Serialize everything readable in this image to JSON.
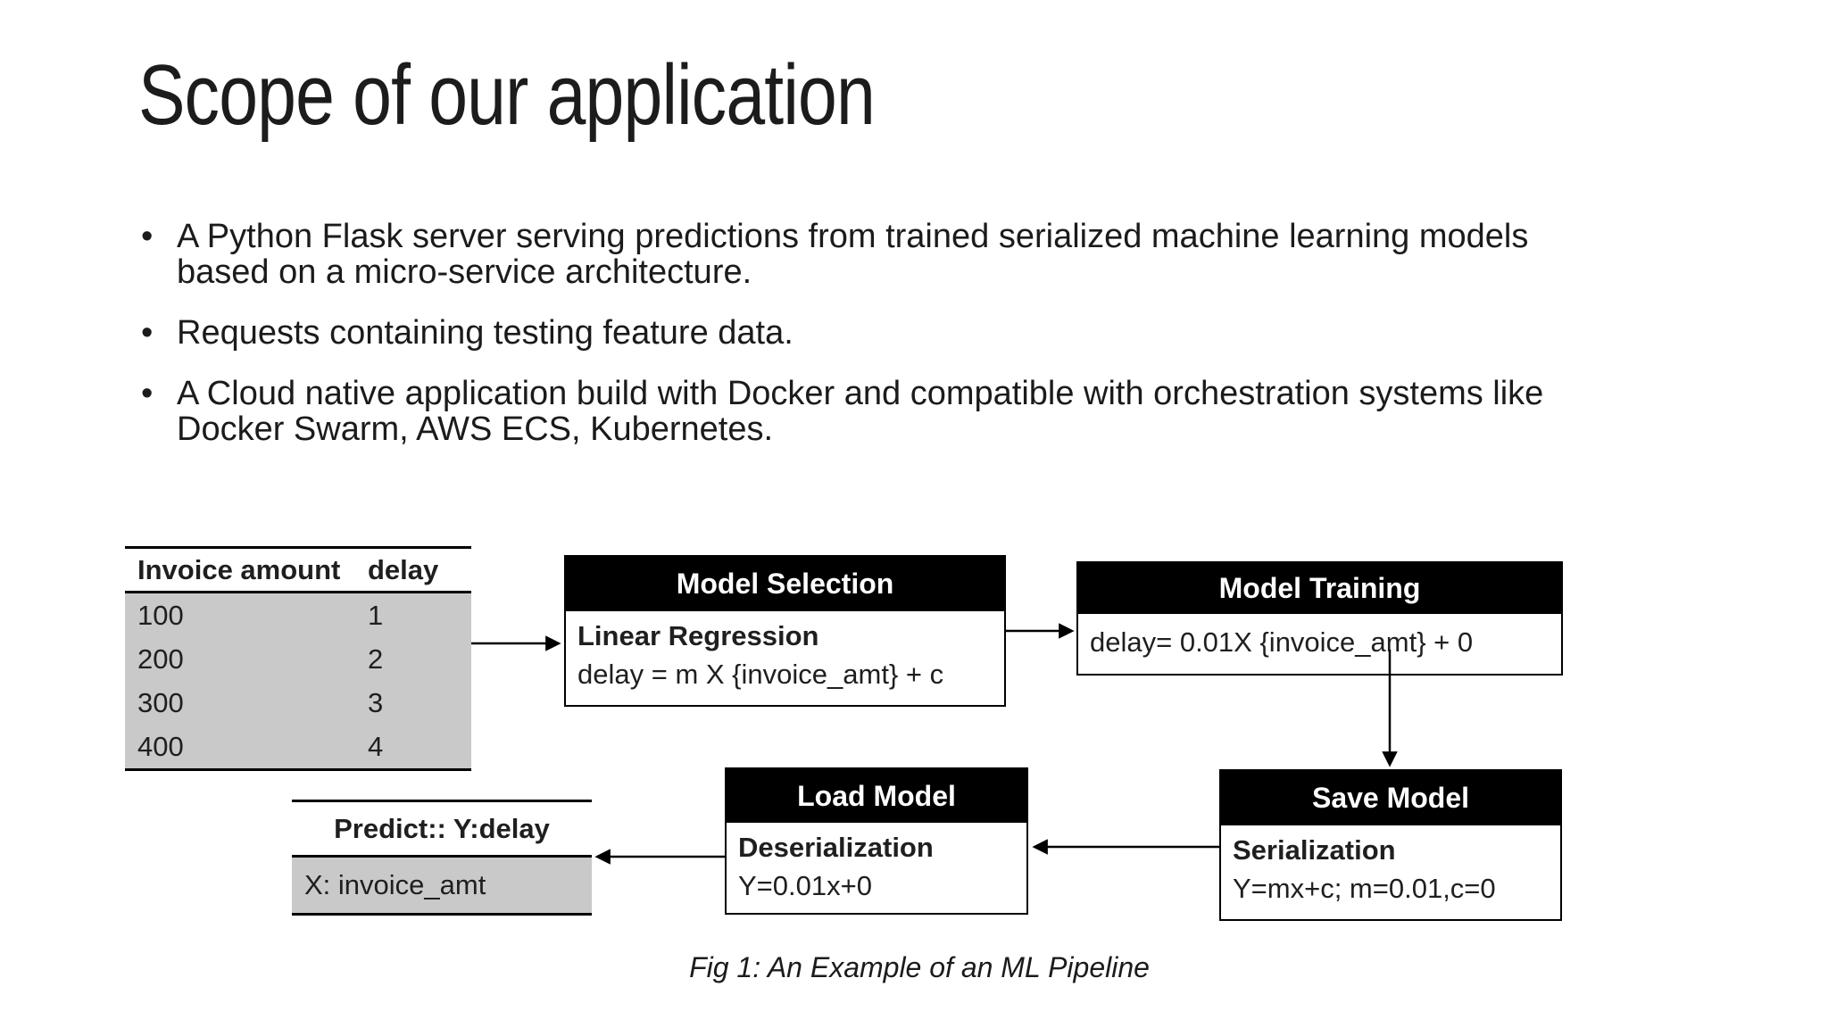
{
  "slide": {
    "title": "Scope of our application",
    "bullet_char": "•",
    "bullets": [
      "A Python Flask server serving predictions from trained serialized machine learning models based on a micro-service architecture.",
      "Requests containing testing feature data.",
      "A Cloud native application build with Docker and compatible with orchestration systems like Docker Swarm, AWS ECS, Kubernetes."
    ],
    "caption": "Fig 1: An Example of an ML Pipeline"
  },
  "data_table": {
    "headers": [
      "Invoice amount",
      "delay"
    ],
    "rows": [
      [
        "100",
        "1"
      ],
      [
        "200",
        "2"
      ],
      [
        "300",
        "3"
      ],
      [
        "400",
        "4"
      ]
    ]
  },
  "pipeline": {
    "model_selection": {
      "title": "Model Selection",
      "method": "Linear Regression",
      "formula": "delay = m X {invoice_amt} + c"
    },
    "model_training": {
      "title": "Model Training",
      "formula": "delay= 0.01X {invoice_amt} + 0"
    },
    "save_model": {
      "title": "Save Model",
      "method": "Serialization",
      "formula": "Y=mx+c; m=0.01,c=0"
    },
    "load_model": {
      "title": "Load Model",
      "method": "Deserialization",
      "formula": "Y=0.01x+0"
    },
    "predict": {
      "title": "Predict:: Y:delay",
      "input": "X: invoice_amt"
    }
  },
  "colors": {
    "box_header_bg": "#000000",
    "box_header_text": "#ffffff",
    "table_fill": "#c9c9c9",
    "text": "#1f1f1f",
    "connector": "#000000"
  }
}
